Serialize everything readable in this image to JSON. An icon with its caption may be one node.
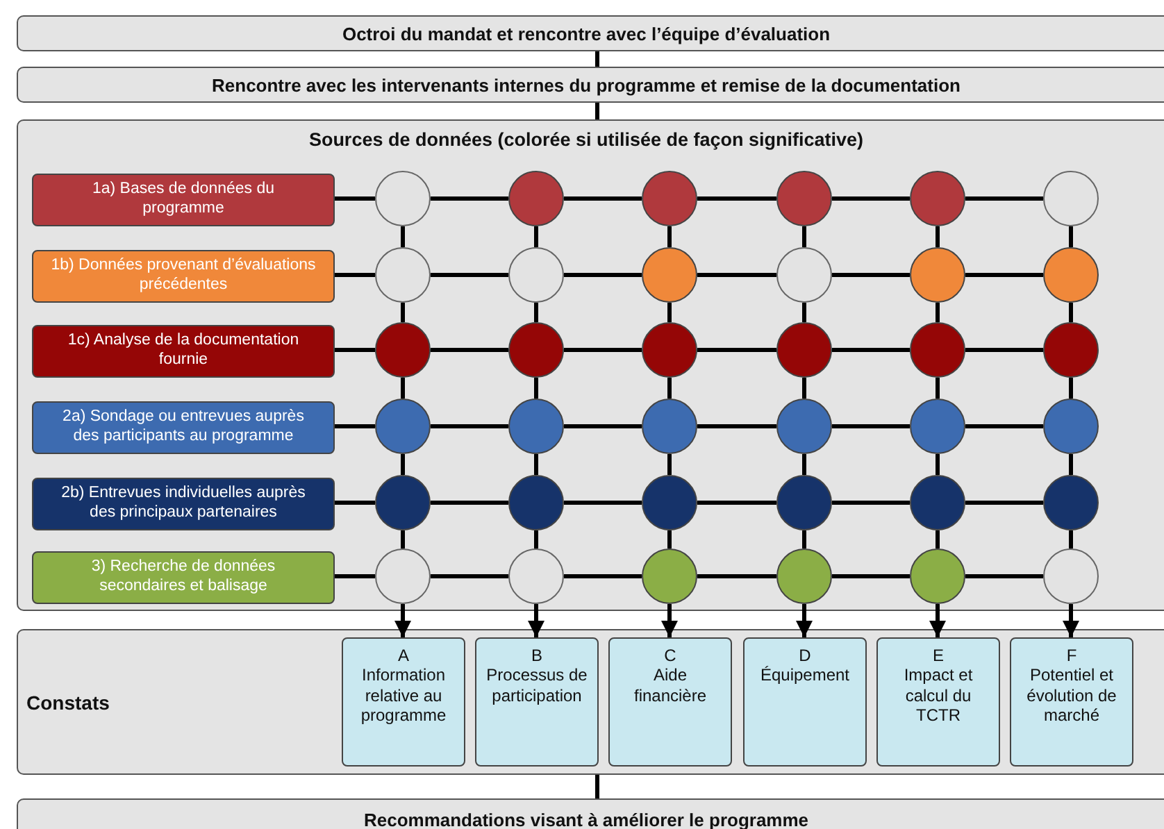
{
  "diagram": {
    "nodes": [
      {
        "text": [
          "Octroi du mandat et rencontre avec l’équipe d’évaluation"
        ]
      },
      {
        "text": [
          "Rencontre avec les intervenants internes du programme et remise de la documentation"
        ]
      },
      {
        "text": [
          "Sources de données (colorée si utilisée de façon significative)"
        ]
      },
      {
        "text": [
          "1a) Bases de données du programme"
        ],
        "in": 2
      },
      {
        "text": [
          "1b) Données provenant d’évaluations précédentes"
        ],
        "in": 2
      },
      {
        "text": [
          "1c) Analyse de la documentation fournie"
        ],
        "in": 2
      },
      {
        "text": [
          "2a) Sondage ou entrevues auprès des participants au programme"
        ],
        "in": 2
      },
      {
        "text": [
          "2b) Entrevues individuelles auprès des principaux partenaires"
        ],
        "in": 2
      },
      {
        "text": [
          "3) Recherche de données secondaires et balisage"
        ],
        "in": 2
      },
      {
        "text": [],
        "shape": "circle",
        "in": 2
      },
      {
        "text": [],
        "shape": "circle",
        "in": 2
      },
      {
        "text": [],
        "shape": "circle",
        "in": 2
      },
      {
        "text": [],
        "shape": "circle",
        "in": 2
      },
      {
        "text": [],
        "shape": "circle",
        "in": 2
      },
      {
        "text": [],
        "shape": "circle",
        "in": 2
      },
      {
        "text": [],
        "shape": "circle",
        "in": 2
      },
      {
        "text": [],
        "shape": "circle",
        "in": 2
      },
      {
        "text": [],
        "shape": "circle",
        "in": 2
      },
      {
        "text": [],
        "shape": "circle",
        "in": 2
      },
      {
        "text": [],
        "shape": "circle",
        "in": 2
      },
      {
        "text": [],
        "shape": "circle",
        "in": 2
      },
      {
        "text": [],
        "shape": "circle",
        "in": 2
      },
      {
        "text": [],
        "shape": "circle",
        "in": 2
      },
      {
        "text": [],
        "shape": "circle",
        "in": 2
      },
      {
        "text": [],
        "shape": "circle",
        "in": 2
      },
      {
        "text": [],
        "shape": "circle",
        "in": 2
      },
      {
        "text": [],
        "shape": "circle",
        "in": 2
      },
      {
        "text": [],
        "shape": "circle",
        "in": 2
      },
      {
        "text": [],
        "shape": "circle",
        "in": 2
      },
      {
        "text": [],
        "shape": "circle",
        "in": 2
      },
      {
        "text": [],
        "shape": "circle",
        "in": 2
      },
      {
        "text": [],
        "shape": "circle",
        "in": 2
      },
      {
        "text": [],
        "shape": "circle",
        "in": 2
      },
      {
        "text": [],
        "shape": "circle",
        "in": 2
      },
      {
        "text": [],
        "shape": "circle",
        "in": 2
      },
      {
        "text": [],
        "shape": "circle",
        "in": 2
      },
      {
        "text": [],
        "shape": "circle",
        "in": 2
      },
      {
        "text": [],
        "shape": "circle",
        "in": 2
      },
      {
        "text": [],
        "shape": "circle",
        "in": 2
      },
      {
        "text": [],
        "shape": "circle",
        "in": 2
      },
      {
        "text": [],
        "shape": "circle",
        "in": 2
      },
      {
        "text": [],
        "shape": "circle",
        "in": 2
      },
      {
        "text": [],
        "shape": "circle",
        "in": 2
      },
      {
        "text": [],
        "shape": "circle",
        "in": 2
      },
      {
        "text": [],
        "shape": "circle",
        "in": 2
      },
      {
        "text": [
          "Constats"
        ]
      },
      {
        "text": [
          "A",
          "Information relative au programme"
        ],
        "in": 45
      },
      {
        "text": [
          "B",
          "Processus de participation"
        ],
        "in": 45
      },
      {
        "text": [
          "C",
          "Aide financière"
        ],
        "in": 45
      },
      {
        "text": [
          "D",
          "Équipement"
        ],
        "in": 45
      },
      {
        "text": [
          "E",
          "Impact et calcul du TCTR"
        ],
        "in": 45
      },
      {
        "text": [
          "F",
          "Potentiel et évolution de marché"
        ],
        "in": 45
      },
      {
        "text": [
          "Recommandations visant à améliorer le programme"
        ]
      }
    ],
    "edges": [
      {
        "from": 0,
        "to": 1,
        "arrow": "none"
      },
      {
        "from": 1,
        "to": 2,
        "arrow": "none"
      },
      {
        "from": 3,
        "to": 9,
        "arrow": "none"
      },
      {
        "from": 9,
        "to": 10,
        "arrow": "none"
      },
      {
        "from": 10,
        "to": 11,
        "arrow": "none"
      },
      {
        "from": 11,
        "to": 12,
        "arrow": "none"
      },
      {
        "from": 12,
        "to": 13,
        "arrow": "none"
      },
      {
        "from": 13,
        "to": 14,
        "arrow": "none"
      },
      {
        "from": 4,
        "to": 15,
        "arrow": "none"
      },
      {
        "from": 15,
        "to": 16,
        "arrow": "none"
      },
      {
        "from": 16,
        "to": 17,
        "arrow": "none"
      },
      {
        "from": 17,
        "to": 18,
        "arrow": "none"
      },
      {
        "from": 18,
        "to": 19,
        "arrow": "none"
      },
      {
        "from": 19,
        "to": 20,
        "arrow": "none"
      },
      {
        "from": 5,
        "to": 21,
        "arrow": "none"
      },
      {
        "from": 21,
        "to": 22,
        "arrow": "none"
      },
      {
        "from": 22,
        "to": 23,
        "arrow": "none"
      },
      {
        "from": 23,
        "to": 24,
        "arrow": "none"
      },
      {
        "from": 24,
        "to": 25,
        "arrow": "none"
      },
      {
        "from": 25,
        "to": 26,
        "arrow": "none"
      },
      {
        "from": 6,
        "to": 27,
        "arrow": "none"
      },
      {
        "from": 27,
        "to": 28,
        "arrow": "none"
      },
      {
        "from": 28,
        "to": 29,
        "arrow": "none"
      },
      {
        "from": 29,
        "to": 30,
        "arrow": "none"
      },
      {
        "from": 30,
        "to": 31,
        "arrow": "none"
      },
      {
        "from": 31,
        "to": 32,
        "arrow": "none"
      },
      {
        "from": 7,
        "to": 33,
        "arrow": "none"
      },
      {
        "from": 33,
        "to": 34,
        "arrow": "none"
      },
      {
        "from": 34,
        "to": 35,
        "arrow": "none"
      },
      {
        "from": 35,
        "to": 36,
        "arrow": "none"
      },
      {
        "from": 36,
        "to": 37,
        "arrow": "none"
      },
      {
        "from": 37,
        "to": 38,
        "arrow": "none"
      },
      {
        "from": 8,
        "to": 39,
        "arrow": "none"
      },
      {
        "from": 39,
        "to": 40,
        "arrow": "none"
      },
      {
        "from": 40,
        "to": 41,
        "arrow": "none"
      },
      {
        "from": 41,
        "to": 42,
        "arrow": "none"
      },
      {
        "from": 42,
        "to": 43,
        "arrow": "none"
      },
      {
        "from": 43,
        "to": 44,
        "arrow": "none"
      },
      {
        "from": 9,
        "to": 15,
        "arrow": "none"
      },
      {
        "from": 15,
        "to": 21,
        "arrow": "none"
      },
      {
        "from": 21,
        "to": 27,
        "arrow": "none"
      },
      {
        "from": 27,
        "to": 33,
        "arrow": "none"
      },
      {
        "from": 33,
        "to": 39,
        "arrow": "none"
      },
      {
        "from": 10,
        "to": 16,
        "arrow": "none"
      },
      {
        "from": 16,
        "to": 22,
        "arrow": "none"
      },
      {
        "from": 22,
        "to": 28,
        "arrow": "none"
      },
      {
        "from": 28,
        "to": 34,
        "arrow": "none"
      },
      {
        "from": 34,
        "to": 40,
        "arrow": "none"
      },
      {
        "from": 11,
        "to": 17,
        "arrow": "none"
      },
      {
        "from": 17,
        "to": 23,
        "arrow": "none"
      },
      {
        "from": 23,
        "to": 29,
        "arrow": "none"
      },
      {
        "from": 29,
        "to": 35,
        "arrow": "none"
      },
      {
        "from": 35,
        "to": 41,
        "arrow": "none"
      },
      {
        "from": 12,
        "to": 18,
        "arrow": "none"
      },
      {
        "from": 18,
        "to": 24,
        "arrow": "none"
      },
      {
        "from": 24,
        "to": 30,
        "arrow": "none"
      },
      {
        "from": 30,
        "to": 36,
        "arrow": "none"
      },
      {
        "from": 36,
        "to": 42,
        "arrow": "none"
      },
      {
        "from": 13,
        "to": 19,
        "arrow": "none"
      },
      {
        "from": 19,
        "to": 25,
        "arrow": "none"
      },
      {
        "from": 25,
        "to": 31,
        "arrow": "none"
      },
      {
        "from": 31,
        "to": 37,
        "arrow": "none"
      },
      {
        "from": 37,
        "to": 43,
        "arrow": "none"
      },
      {
        "from": 14,
        "to": 20,
        "arrow": "none"
      },
      {
        "from": 20,
        "to": 26,
        "arrow": "none"
      },
      {
        "from": 26,
        "to": 32,
        "arrow": "none"
      },
      {
        "from": 32,
        "to": 38,
        "arrow": "none"
      },
      {
        "from": 38,
        "to": 44,
        "arrow": "none"
      },
      {
        "from": 39,
        "to": 46,
        "arrow": "to"
      },
      {
        "from": 40,
        "to": 47,
        "arrow": "to"
      },
      {
        "from": 41,
        "to": 48,
        "arrow": "to"
      },
      {
        "from": 42,
        "to": 49,
        "arrow": "to"
      },
      {
        "from": 43,
        "to": 50,
        "arrow": "to"
      },
      {
        "from": 44,
        "to": 51,
        "arrow": "to"
      },
      {
        "from": 45,
        "to": 52,
        "arrow": "none"
      }
    ]
  }
}
